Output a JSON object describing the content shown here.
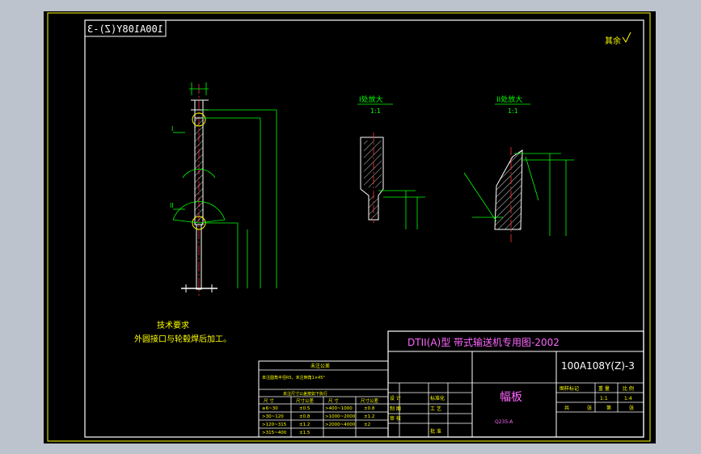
{
  "colors": {
    "frame": "#ffffff",
    "border_inner": "#ffff00",
    "part": "#ffffff",
    "dimension": "#00ff00",
    "hatch": "#ffffff",
    "centerline": "#ff3333",
    "text_yellow": "#ffff00",
    "text_green": "#00ff00",
    "title_magenta": "#ff66ff",
    "viewport_bg": "#000000",
    "chrome_bg": "#bcc3cc"
  },
  "drawing": {
    "stamp_mirrored": "100A108Y(Z)-3",
    "roughness_note": "其余",
    "detail_I": {
      "label": "I处放大",
      "scale": "1:1"
    },
    "detail_II": {
      "label": "II处放大",
      "scale": "1:1"
    },
    "mark_I": "I",
    "mark_II": "II",
    "tech_req": {
      "heading": "技术要求",
      "line1": "外圆接口与轮毂焊后加工。"
    },
    "title_block": {
      "series_title": "DTII(A)型  带式输送机专用图-2002",
      "drawing_no": "100A108Y(Z)-3",
      "part_name": "幅板",
      "material": "Q235-A",
      "scale": "1:4",
      "qty": "1:1",
      "cols_bottom": [
        "共",
        "张",
        "第",
        "张"
      ],
      "roles": [
        "设 计",
        "制 图",
        "审 核"
      ],
      "roles2": [
        "标准化",
        "工 艺",
        "批 准"
      ],
      "weight_label": "图样标记",
      "weight_cols": [
        "重 量",
        "比 例"
      ]
    },
    "tolerance_table": {
      "heading": "未注公差",
      "note": "未注圆角半径R5，未注倒角1×45°",
      "subheading": "未注尺寸公差按如下执行",
      "headers": [
        "尺 寸",
        "尺寸公差",
        "尺 寸",
        "尺寸公差"
      ],
      "rows": [
        [
          "≥6~30",
          "±0.5",
          ">400~1000",
          "±0.8"
        ],
        [
          ">30~120",
          "±0.8",
          ">1000~2000",
          "±1.2"
        ],
        [
          ">120~315",
          "±1.2",
          ">2000~4000",
          "±2"
        ],
        [
          ">315~400",
          "±1.5",
          "",
          ""
        ]
      ]
    }
  }
}
